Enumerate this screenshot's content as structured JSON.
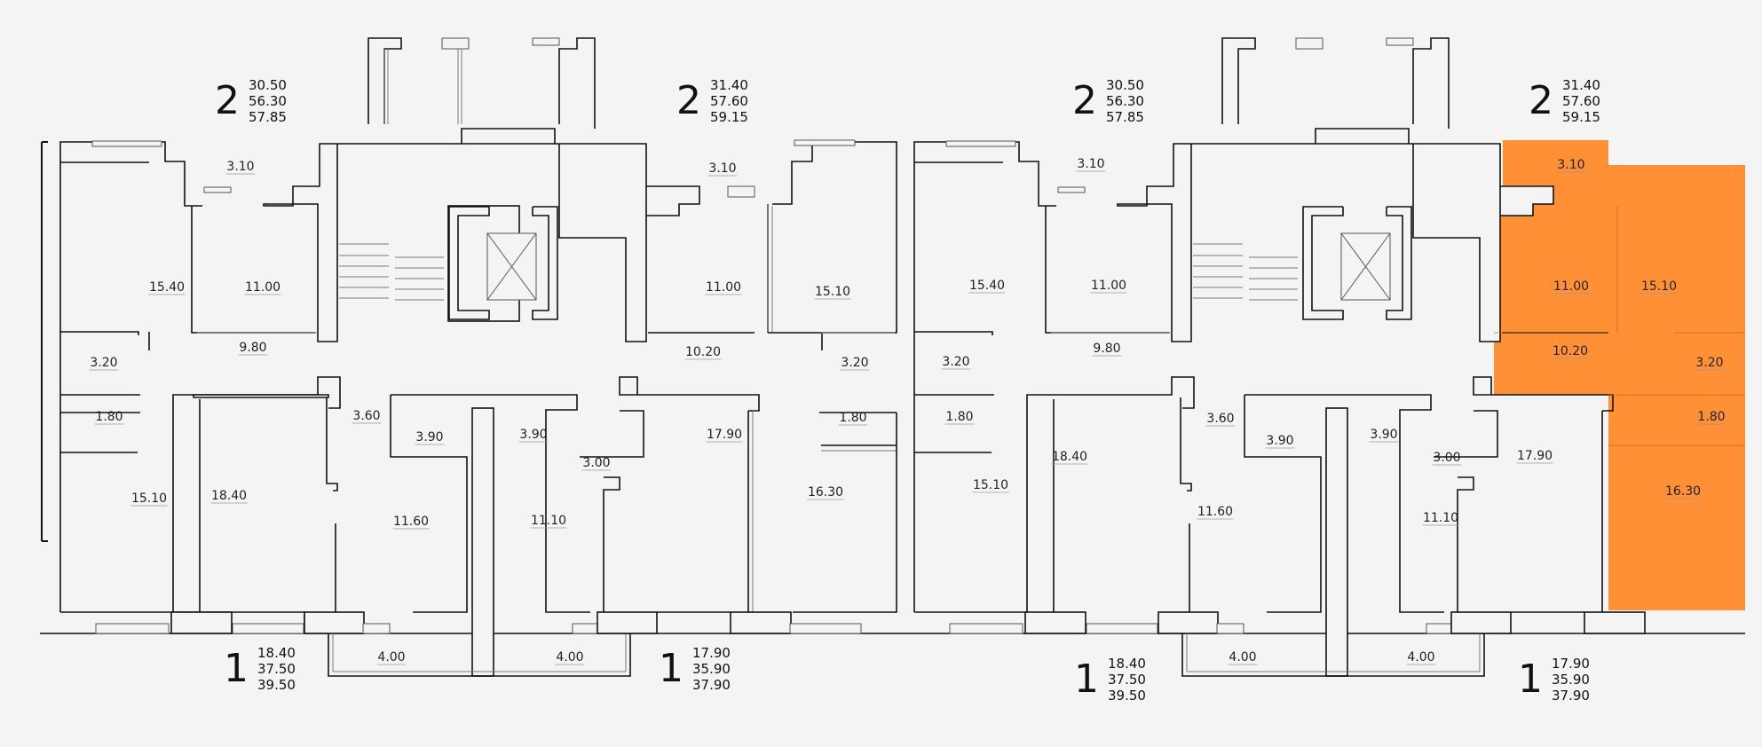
{
  "highlight_color": "#ff8a2b",
  "wall_color": "#111111",
  "background": "#f4f4f4",
  "apartments": [
    {
      "id": "top-1",
      "rooms": "2",
      "areas": [
        "30.50",
        "56.30",
        "57.85"
      ]
    },
    {
      "id": "top-2",
      "rooms": "2",
      "areas": [
        "31.40",
        "57.60",
        "59.15"
      ]
    },
    {
      "id": "top-3",
      "rooms": "2",
      "areas": [
        "30.50",
        "56.30",
        "57.85"
      ]
    },
    {
      "id": "top-4",
      "rooms": "2",
      "areas": [
        "31.40",
        "57.60",
        "59.15"
      ]
    },
    {
      "id": "bottom-1",
      "rooms": "1",
      "areas": [
        "18.40",
        "37.50",
        "39.50"
      ]
    },
    {
      "id": "bottom-2",
      "rooms": "1",
      "areas": [
        "17.90",
        "35.90",
        "37.90"
      ]
    },
    {
      "id": "bottom-3",
      "rooms": "1",
      "areas": [
        "18.40",
        "37.50",
        "39.50"
      ]
    },
    {
      "id": "bottom-4",
      "rooms": "1",
      "areas": [
        "17.90",
        "35.90",
        "37.90"
      ]
    }
  ],
  "room_labels": [
    "3.10",
    "15.40",
    "11.00",
    "9.80",
    "3.20",
    "1.80",
    "15.10",
    "18.40",
    "3.60",
    "3.90",
    "11.60",
    "4.00",
    "3.10",
    "11.00",
    "15.10",
    "10.20",
    "3.20",
    "3.90",
    "3.00",
    "1.80",
    "17.90",
    "11.10",
    "16.30",
    "4.00",
    "15.40",
    "3.10",
    "11.00",
    "9.80",
    "3.20",
    "1.80",
    "15.10",
    "18.40",
    "3.60",
    "3.90",
    "11.60",
    "4.00",
    "3.10",
    "11.00",
    "15.10",
    "10.20",
    "3.20",
    "3.90",
    "3.00",
    "1.80",
    "17.90",
    "11.10",
    "16.30",
    "4.00"
  ]
}
